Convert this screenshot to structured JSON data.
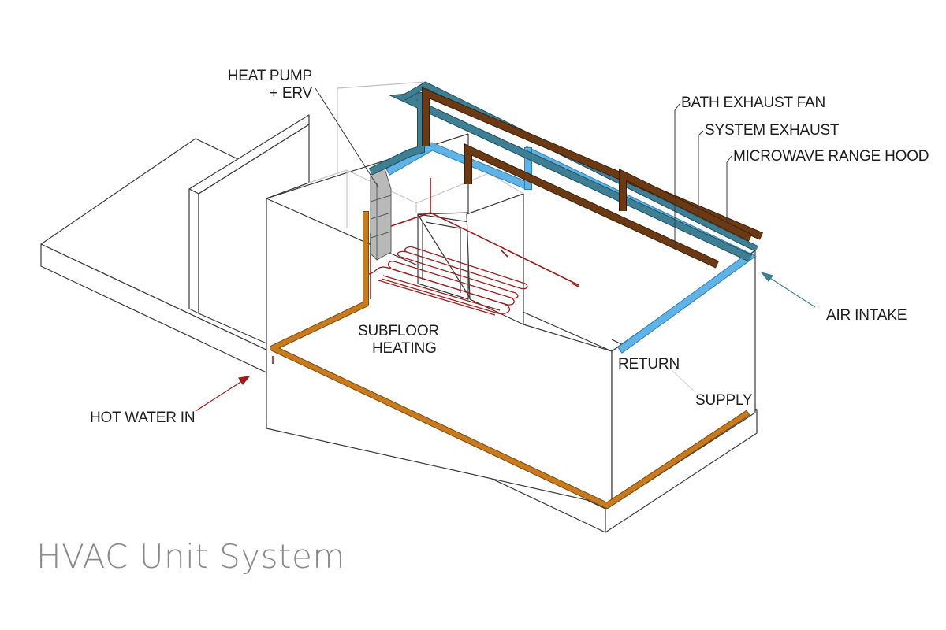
{
  "title": "HVAC Unit System",
  "labels": {
    "heat_pump_line1": "HEAT PUMP",
    "heat_pump_line2": "+ ERV",
    "bath_exhaust": "BATH EXHAUST FAN",
    "system_exhaust": "SYSTEM EXHAUST",
    "range_hood": "MICROWAVE RANGE HOOD",
    "air_intake": "AIR INTAKE",
    "subfloor_line1": "SUBFLOOR",
    "subfloor_line2": "HEATING",
    "return": "RETURN",
    "supply": "SUPPLY",
    "hot_water_in": "HOT WATER IN"
  },
  "colors": {
    "outline": "#3a3a3a",
    "light_outline": "#c8c8c8",
    "exhaust_duct": "#6b3a14",
    "exhaust_duct_edge": "#3d1f08",
    "supply_duct": "#5fb3e6",
    "supply_duct_edge": "#2f7fb0",
    "intake_duct": "#3f7f94",
    "intake_duct_edge": "#1f4d5e",
    "hot_water_pipe": "#c77a1e",
    "hot_water_pipe_edge": "#7e4a0c",
    "heating_line": "#9c1d1d",
    "heat_pump_unit": "#b9b9b9",
    "title": "#8a8a8a"
  }
}
